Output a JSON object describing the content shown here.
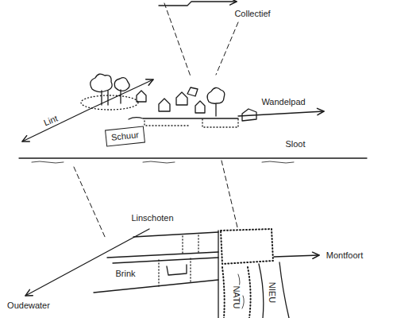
{
  "diagram": {
    "nodes": [
      {
        "text": [
          "Schuur"
        ]
      }
    ],
    "labels": [
      "Collectief",
      "Lint",
      "Wandelpad",
      "Sloot",
      "Linschoten",
      "Brink",
      "Oudewater",
      "Montfoort",
      "NATU",
      "NIEU"
    ]
  }
}
